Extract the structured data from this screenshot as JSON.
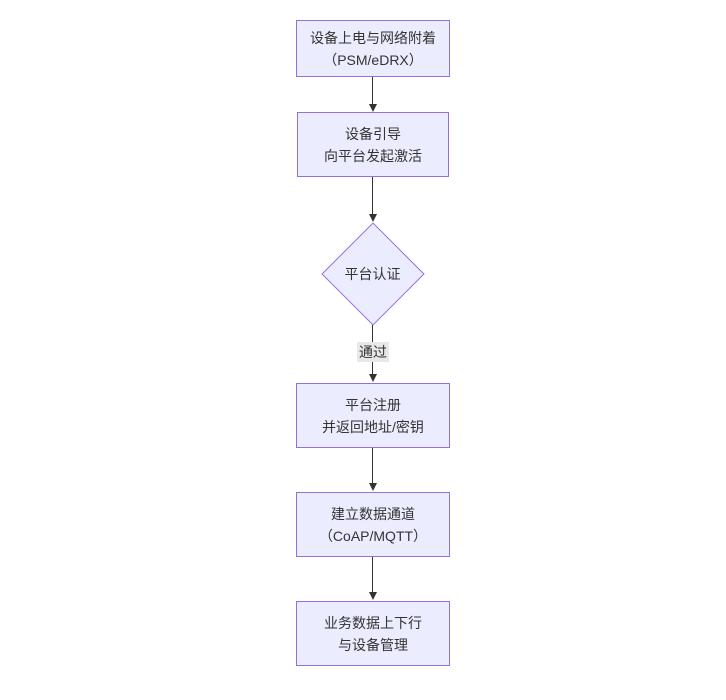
{
  "diagram": {
    "type": "flowchart",
    "direction": "top-down",
    "colors": {
      "canvas_bg": "#ffffff",
      "node_fill": "#ECECFF",
      "node_border": "#9370DB",
      "arrow_color": "#333333",
      "label_bg": "#e8e8e8",
      "text_color": "#333333"
    },
    "nodes": [
      {
        "id": "power-on",
        "shape": "rect",
        "lines": [
          "设备上电与网络附着",
          "（PSM/eDRX）"
        ]
      },
      {
        "id": "bootstrap",
        "shape": "rect",
        "lines": [
          "设备引导",
          "向平台发起激活"
        ]
      },
      {
        "id": "auth",
        "shape": "diamond",
        "lines": [
          "平台认证"
        ]
      },
      {
        "id": "register",
        "shape": "rect",
        "lines": [
          "平台注册",
          "并返回地址/密钥"
        ]
      },
      {
        "id": "channel",
        "shape": "rect",
        "lines": [
          "建立数据通道",
          "（CoAP/MQTT）"
        ]
      },
      {
        "id": "business",
        "shape": "rect",
        "lines": [
          "业务数据上下行",
          "与设备管理"
        ]
      }
    ],
    "edges": [
      {
        "from": "power-on",
        "to": "bootstrap",
        "label": ""
      },
      {
        "from": "bootstrap",
        "to": "auth",
        "label": ""
      },
      {
        "from": "auth",
        "to": "register",
        "label": "通过"
      },
      {
        "from": "register",
        "to": "channel",
        "label": ""
      },
      {
        "from": "channel",
        "to": "business",
        "label": ""
      }
    ]
  }
}
